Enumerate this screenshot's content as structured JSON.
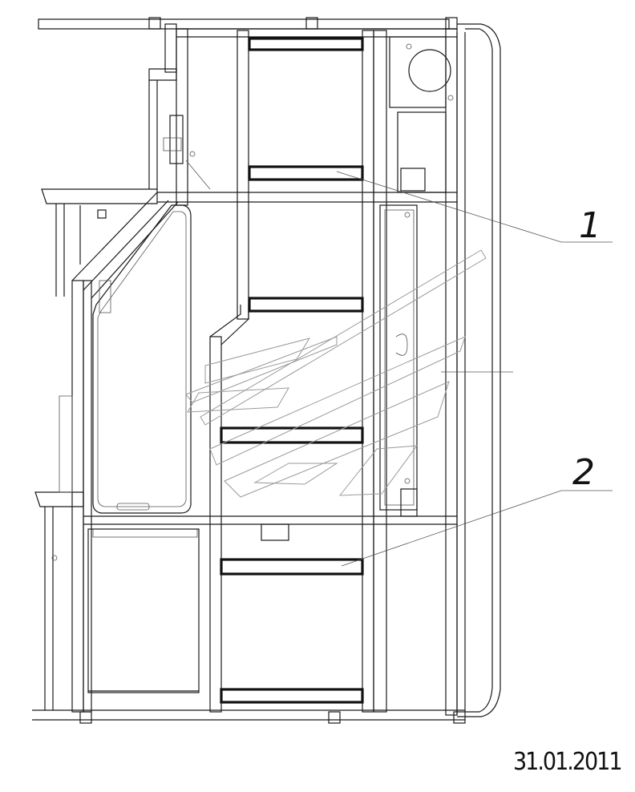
{
  "callouts": [
    {
      "id": "callout-1",
      "label": "1"
    },
    {
      "id": "callout-2",
      "label": "2"
    }
  ],
  "date_stamp": "31.01.2011",
  "colors": {
    "line": "#1a1a1a",
    "background": "#ffffff",
    "watermark": "#9a9a9a"
  }
}
